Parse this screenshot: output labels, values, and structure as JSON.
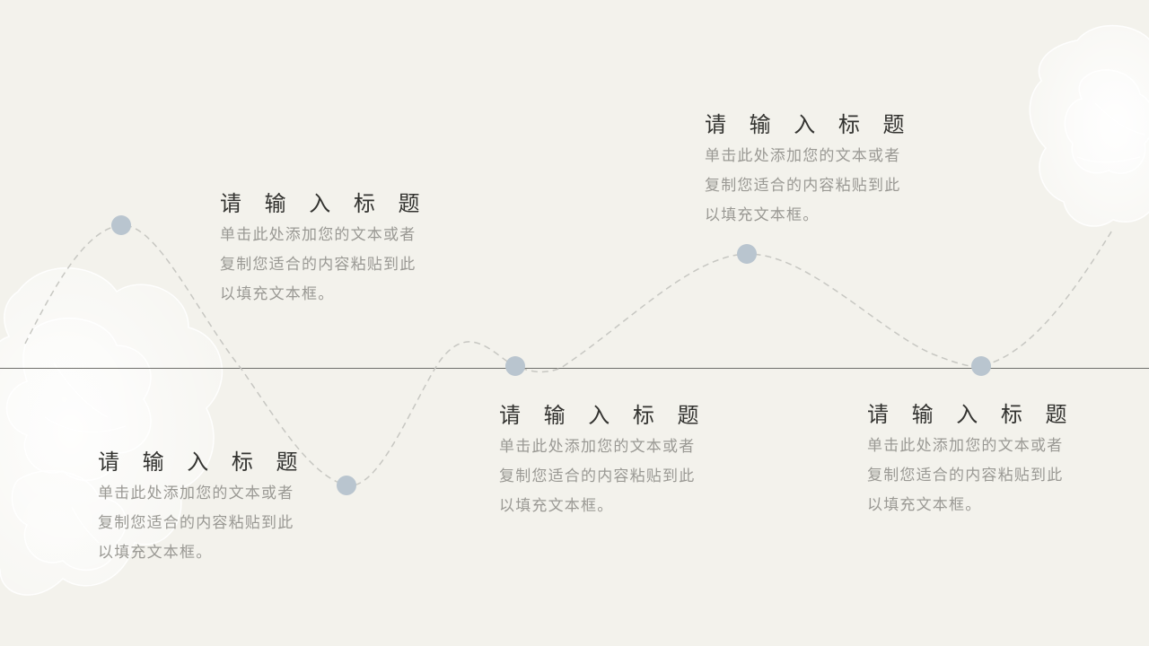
{
  "slide": {
    "background_color": "#f3f2ec",
    "node_color": "#b9c5cf",
    "axis_color": "#6e6e6a"
  },
  "items": [
    {
      "title": "请 输 入 标 题",
      "desc": [
        "单击此处添加您的文本或者",
        "复制您适合的内容粘贴到此",
        "以填充文本框。"
      ]
    },
    {
      "title": "请 输 入 标 题",
      "desc": [
        "单击此处添加您的文本或者",
        "复制您适合的内容粘贴到此",
        "以填充文本框。"
      ]
    },
    {
      "title": "请 输 入 标 题",
      "desc": [
        "单击此处添加您的文本或者",
        "复制您适合的内容粘贴到此",
        "以填充文本框。"
      ]
    },
    {
      "title": "请 输 入 标 题",
      "desc": [
        "单击此处添加您的文本或者",
        "复制您适合的内容粘贴到此",
        "以填充文本框。"
      ]
    },
    {
      "title": "请 输 入 标 题",
      "desc": [
        "单击此处添加您的文本或者",
        "复制您适合的内容粘贴到此",
        "以填充文本框。"
      ]
    }
  ]
}
